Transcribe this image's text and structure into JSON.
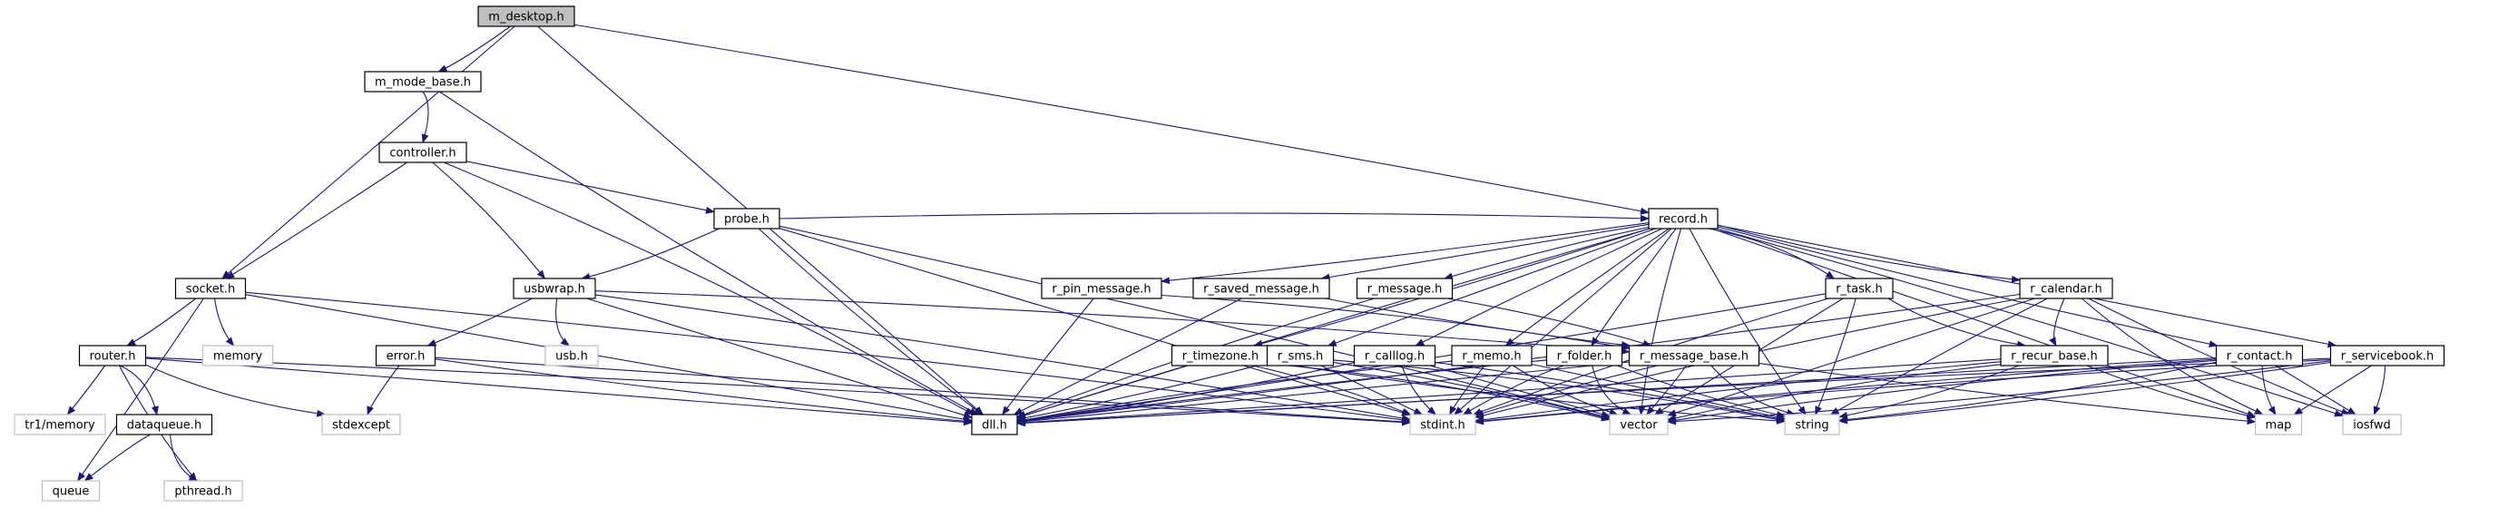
{
  "graph": {
    "edge_color": "#191970",
    "root_fill": "#bfbfbf",
    "external_border": "#bfbfbf",
    "nodes": [
      {
        "id": "m_desktop_h",
        "label": "m_desktop.h",
        "kind": "root"
      },
      {
        "id": "m_mode_base_h",
        "label": "m_mode_base.h",
        "kind": "file"
      },
      {
        "id": "controller_h",
        "label": "controller.h",
        "kind": "file"
      },
      {
        "id": "probe_h",
        "label": "probe.h",
        "kind": "file"
      },
      {
        "id": "record_h",
        "label": "record.h",
        "kind": "file"
      },
      {
        "id": "socket_h",
        "label": "socket.h",
        "kind": "file"
      },
      {
        "id": "usbwrap_h",
        "label": "usbwrap.h",
        "kind": "file"
      },
      {
        "id": "r_pin_message_h",
        "label": "r_pin_message.h",
        "kind": "file"
      },
      {
        "id": "r_saved_message_h",
        "label": "r_saved_message.h",
        "kind": "file"
      },
      {
        "id": "r_message_h",
        "label": "r_message.h",
        "kind": "file"
      },
      {
        "id": "r_task_h",
        "label": "r_task.h",
        "kind": "file"
      },
      {
        "id": "r_calendar_h",
        "label": "r_calendar.h",
        "kind": "file"
      },
      {
        "id": "memory",
        "label": "memory",
        "kind": "external"
      },
      {
        "id": "usb_h",
        "label": "usb.h",
        "kind": "external"
      },
      {
        "id": "router_h",
        "label": "router.h",
        "kind": "file"
      },
      {
        "id": "error_h",
        "label": "error.h",
        "kind": "file"
      },
      {
        "id": "r_timezone_h",
        "label": "r_timezone.h",
        "kind": "file"
      },
      {
        "id": "r_sms_h",
        "label": "r_sms.h",
        "kind": "file"
      },
      {
        "id": "r_calllog_h",
        "label": "r_calllog.h",
        "kind": "file"
      },
      {
        "id": "r_memo_h",
        "label": "r_memo.h",
        "kind": "file"
      },
      {
        "id": "r_folder_h",
        "label": "r_folder.h",
        "kind": "file"
      },
      {
        "id": "r_message_base_h",
        "label": "r_message_base.h",
        "kind": "file"
      },
      {
        "id": "r_recur_base_h",
        "label": "r_recur_base.h",
        "kind": "file"
      },
      {
        "id": "r_contact_h",
        "label": "r_contact.h",
        "kind": "file"
      },
      {
        "id": "r_servicebook_h",
        "label": "r_servicebook.h",
        "kind": "file"
      },
      {
        "id": "tr1_memory",
        "label": "tr1/memory",
        "kind": "external"
      },
      {
        "id": "dataqueue_h",
        "label": "dataqueue.h",
        "kind": "file"
      },
      {
        "id": "stdexcept",
        "label": "stdexcept",
        "kind": "external"
      },
      {
        "id": "dll_h",
        "label": "dll.h",
        "kind": "file"
      },
      {
        "id": "stdint_h",
        "label": "stdint.h",
        "kind": "external"
      },
      {
        "id": "vector",
        "label": "vector",
        "kind": "external"
      },
      {
        "id": "string",
        "label": "string",
        "kind": "external"
      },
      {
        "id": "map",
        "label": "map",
        "kind": "external"
      },
      {
        "id": "iosfwd",
        "label": "iosfwd",
        "kind": "external"
      },
      {
        "id": "queue",
        "label": "queue",
        "kind": "external"
      },
      {
        "id": "pthread_h",
        "label": "pthread.h",
        "kind": "external"
      }
    ],
    "edges": [
      [
        "m_desktop_h",
        "m_mode_base_h"
      ],
      [
        "m_desktop_h",
        "socket_h"
      ],
      [
        "m_desktop_h",
        "dll_h"
      ],
      [
        "m_desktop_h",
        "record_h"
      ],
      [
        "m_mode_base_h",
        "controller_h"
      ],
      [
        "m_mode_base_h",
        "dll_h"
      ],
      [
        "controller_h",
        "socket_h"
      ],
      [
        "controller_h",
        "probe_h"
      ],
      [
        "controller_h",
        "usbwrap_h"
      ],
      [
        "controller_h",
        "dll_h"
      ],
      [
        "probe_h",
        "usbwrap_h"
      ],
      [
        "probe_h",
        "dll_h"
      ],
      [
        "probe_h",
        "stdint_h"
      ],
      [
        "probe_h",
        "vector"
      ],
      [
        "probe_h",
        "record_h"
      ],
      [
        "socket_h",
        "router_h"
      ],
      [
        "socket_h",
        "memory"
      ],
      [
        "socket_h",
        "dll_h"
      ],
      [
        "socket_h",
        "queue"
      ],
      [
        "socket_h",
        "stdint_h"
      ],
      [
        "usbwrap_h",
        "usb_h"
      ],
      [
        "usbwrap_h",
        "error_h"
      ],
      [
        "usbwrap_h",
        "dll_h"
      ],
      [
        "usbwrap_h",
        "stdint_h"
      ],
      [
        "usbwrap_h",
        "r_message_base_h"
      ],
      [
        "error_h",
        "stdexcept"
      ],
      [
        "error_h",
        "dll_h"
      ],
      [
        "error_h",
        "stdint_h"
      ],
      [
        "router_h",
        "tr1_memory"
      ],
      [
        "router_h",
        "dataqueue_h"
      ],
      [
        "router_h",
        "stdexcept"
      ],
      [
        "router_h",
        "pthread_h"
      ],
      [
        "router_h",
        "dll_h"
      ],
      [
        "router_h",
        "stdint_h"
      ],
      [
        "dataqueue_h",
        "queue"
      ],
      [
        "dataqueue_h",
        "pthread_h"
      ],
      [
        "record_h",
        "r_pin_message_h"
      ],
      [
        "record_h",
        "r_saved_message_h"
      ],
      [
        "record_h",
        "r_message_h"
      ],
      [
        "record_h",
        "r_task_h"
      ],
      [
        "record_h",
        "r_calendar_h"
      ],
      [
        "record_h",
        "r_timezone_h"
      ],
      [
        "record_h",
        "r_sms_h"
      ],
      [
        "record_h",
        "r_calllog_h"
      ],
      [
        "record_h",
        "r_memo_h"
      ],
      [
        "record_h",
        "r_folder_h"
      ],
      [
        "record_h",
        "r_contact_h"
      ],
      [
        "record_h",
        "r_servicebook_h"
      ],
      [
        "record_h",
        "dll_h"
      ],
      [
        "record_h",
        "stdint_h"
      ],
      [
        "record_h",
        "vector"
      ],
      [
        "record_h",
        "string"
      ],
      [
        "record_h",
        "map"
      ],
      [
        "record_h",
        "iosfwd"
      ],
      [
        "r_pin_message_h",
        "r_message_base_h"
      ],
      [
        "r_pin_message_h",
        "dll_h"
      ],
      [
        "r_saved_message_h",
        "r_message_base_h"
      ],
      [
        "r_saved_message_h",
        "dll_h"
      ],
      [
        "r_message_h",
        "r_message_base_h"
      ],
      [
        "r_message_h",
        "dll_h"
      ],
      [
        "r_task_h",
        "r_recur_base_h"
      ],
      [
        "r_task_h",
        "dll_h"
      ],
      [
        "r_task_h",
        "vector"
      ],
      [
        "r_task_h",
        "string"
      ],
      [
        "r_task_h",
        "stdint_h"
      ],
      [
        "r_calendar_h",
        "r_recur_base_h"
      ],
      [
        "r_calendar_h",
        "dll_h"
      ],
      [
        "r_calendar_h",
        "vector"
      ],
      [
        "r_calendar_h",
        "string"
      ],
      [
        "r_calendar_h",
        "stdint_h"
      ],
      [
        "r_calendar_h",
        "map"
      ],
      [
        "r_calendar_h",
        "iosfwd"
      ],
      [
        "r_timezone_h",
        "dll_h"
      ],
      [
        "r_timezone_h",
        "stdint_h"
      ],
      [
        "r_timezone_h",
        "vector"
      ],
      [
        "r_timezone_h",
        "string"
      ],
      [
        "r_sms_h",
        "dll_h"
      ],
      [
        "r_sms_h",
        "stdint_h"
      ],
      [
        "r_sms_h",
        "vector"
      ],
      [
        "r_sms_h",
        "string"
      ],
      [
        "r_calllog_h",
        "dll_h"
      ],
      [
        "r_calllog_h",
        "stdint_h"
      ],
      [
        "r_calllog_h",
        "vector"
      ],
      [
        "r_calllog_h",
        "string"
      ],
      [
        "r_memo_h",
        "dll_h"
      ],
      [
        "r_memo_h",
        "stdint_h"
      ],
      [
        "r_memo_h",
        "vector"
      ],
      [
        "r_memo_h",
        "string"
      ],
      [
        "r_folder_h",
        "dll_h"
      ],
      [
        "r_folder_h",
        "stdint_h"
      ],
      [
        "r_folder_h",
        "vector"
      ],
      [
        "r_folder_h",
        "string"
      ],
      [
        "r_message_base_h",
        "dll_h"
      ],
      [
        "r_message_base_h",
        "stdint_h"
      ],
      [
        "r_message_base_h",
        "vector"
      ],
      [
        "r_message_base_h",
        "string"
      ],
      [
        "r_message_base_h",
        "map"
      ],
      [
        "r_recur_base_h",
        "dll_h"
      ],
      [
        "r_recur_base_h",
        "stdint_h"
      ],
      [
        "r_recur_base_h",
        "vector"
      ],
      [
        "r_recur_base_h",
        "string"
      ],
      [
        "r_recur_base_h",
        "map"
      ],
      [
        "r_contact_h",
        "dll_h"
      ],
      [
        "r_contact_h",
        "stdint_h"
      ],
      [
        "r_contact_h",
        "vector"
      ],
      [
        "r_contact_h",
        "string"
      ],
      [
        "r_contact_h",
        "map"
      ],
      [
        "r_contact_h",
        "iosfwd"
      ],
      [
        "r_servicebook_h",
        "dll_h"
      ],
      [
        "r_servicebook_h",
        "stdint_h"
      ],
      [
        "r_servicebook_h",
        "vector"
      ],
      [
        "r_servicebook_h",
        "string"
      ],
      [
        "r_servicebook_h",
        "map"
      ],
      [
        "r_servicebook_h",
        "iosfwd"
      ]
    ]
  }
}
